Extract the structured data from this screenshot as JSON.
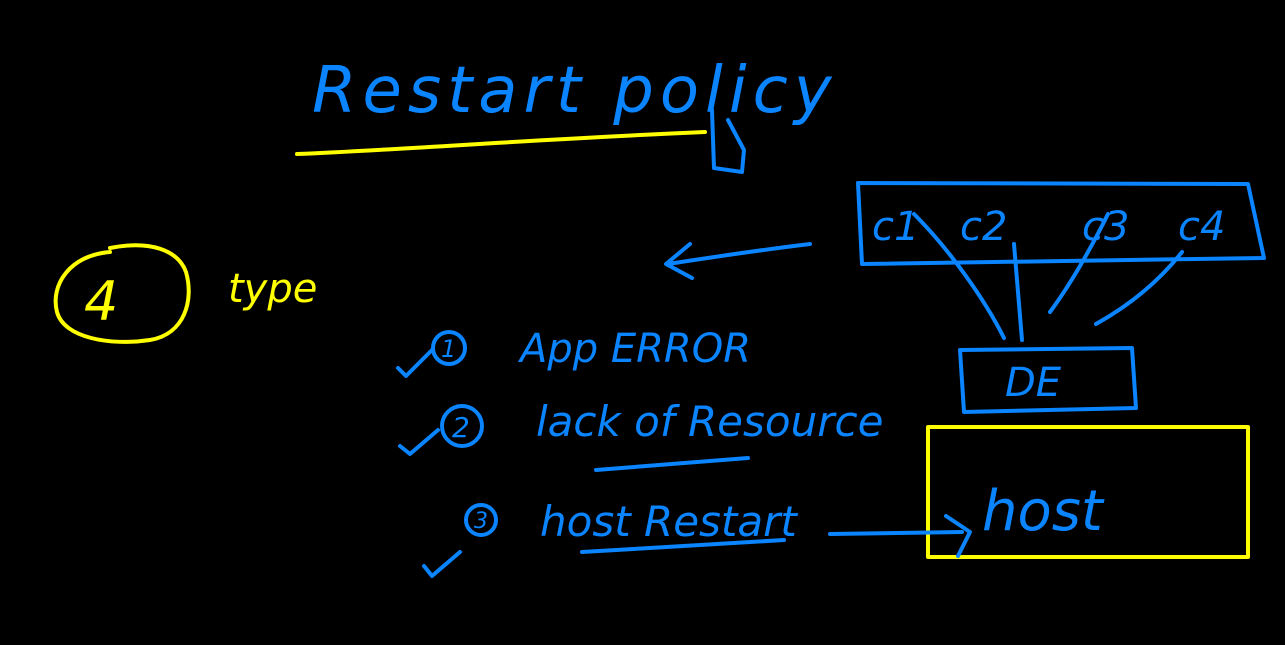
{
  "title": "Restart policy",
  "type_count": "4",
  "type_label": "type",
  "containers": [
    "c1",
    "c2",
    "c3",
    "c4"
  ],
  "engine_label": "DE",
  "host_label": "host",
  "causes": [
    {
      "number": "1",
      "label": "App ERROR"
    },
    {
      "number": "2",
      "label": "lack of Resource"
    },
    {
      "number": "3",
      "label": "host Restart"
    }
  ],
  "colors": {
    "background": "#000000",
    "yellow_ink": "#ffff00",
    "blue_ink": "#0a84ff"
  }
}
